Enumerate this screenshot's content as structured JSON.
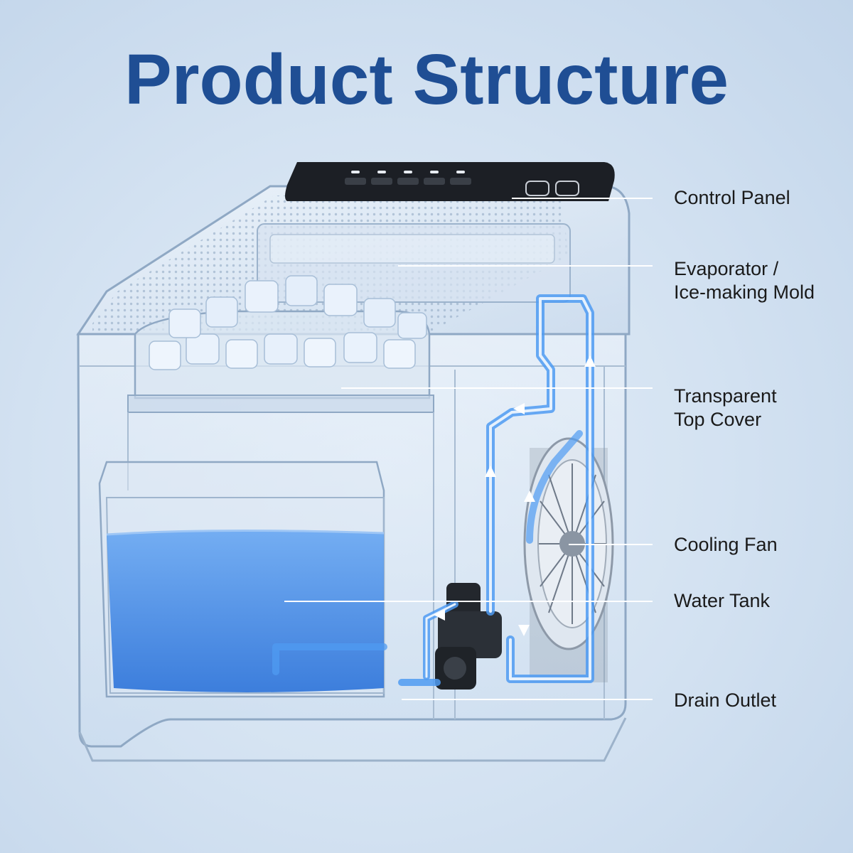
{
  "title": "Product Structure",
  "colors": {
    "title": "#1f4e94",
    "water": "#3f86e8",
    "tube": "#4f9bf2",
    "leader_line": "#ffffff",
    "background": "#d6e4f3"
  },
  "control_panel": {
    "buttons": [
      "",
      "",
      "",
      "",
      ""
    ]
  },
  "callouts": [
    {
      "id": "control-panel",
      "lines": [
        "Control Panel"
      ]
    },
    {
      "id": "evaporator",
      "lines": [
        "Evaporator /",
        "Ice-making Mold"
      ]
    },
    {
      "id": "top-cover",
      "lines": [
        "Transparent",
        "Top Cover"
      ]
    },
    {
      "id": "cooling-fan",
      "lines": [
        "Cooling Fan"
      ]
    },
    {
      "id": "water-tank",
      "lines": [
        "Water Tank"
      ]
    },
    {
      "id": "drain-outlet",
      "lines": [
        "Drain Outlet"
      ]
    }
  ]
}
